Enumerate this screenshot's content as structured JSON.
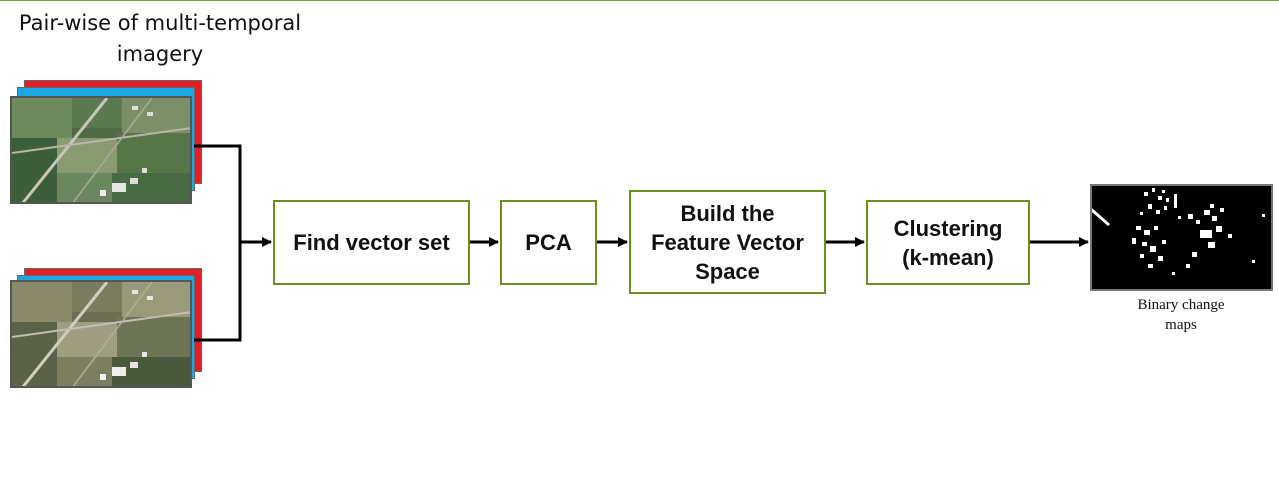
{
  "title": "Pair-wise of multi-temporal\nimagery",
  "steps": {
    "find_vector_set": "Find vector set",
    "pca": "PCA",
    "feature_space": "Build the\nFeature Vector\nSpace",
    "clustering": "Clustering\n(k-mean)"
  },
  "output_caption": "Binary change\nmaps",
  "colors": {
    "box_border": "#6b8e23",
    "band_red": "#e41e25",
    "band_blue": "#1aa7e4"
  },
  "icons": {
    "input_image_1": "satellite-image",
    "input_image_2": "satellite-image",
    "output_image": "binary-change-map"
  }
}
